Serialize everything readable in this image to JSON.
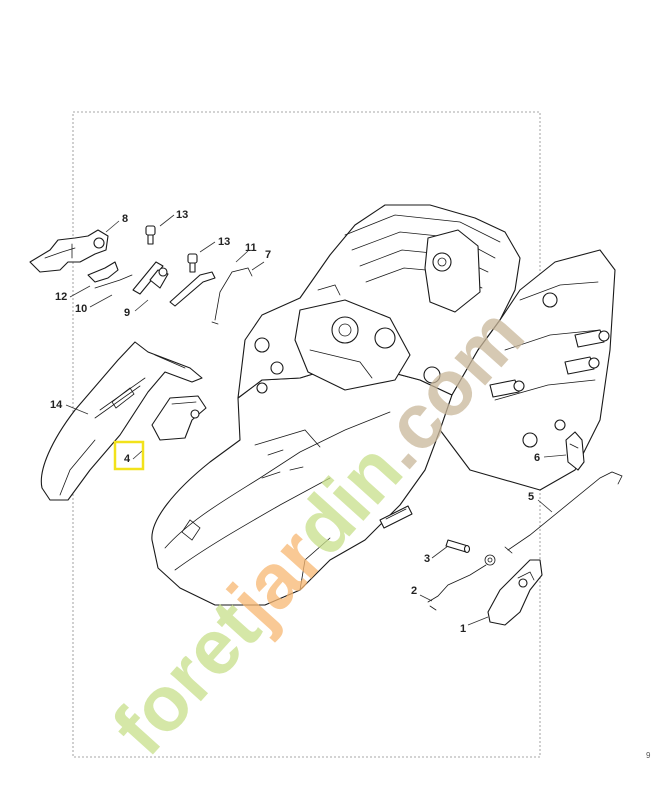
{
  "diagram": {
    "watermark_text": "foretjardin.com",
    "page_marker": "9",
    "highlighted_callout": "4",
    "highlight_color": "#f2e21b",
    "watermark_colors": {
      "green": "#c7df8a",
      "orange": "#f7b772",
      "tan": "#c9b79a"
    },
    "callouts": [
      {
        "id": "1",
        "label": "1"
      },
      {
        "id": "2",
        "label": "2"
      },
      {
        "id": "3",
        "label": "3"
      },
      {
        "id": "4",
        "label": "4"
      },
      {
        "id": "5",
        "label": "5"
      },
      {
        "id": "6",
        "label": "6"
      },
      {
        "id": "7",
        "label": "7"
      },
      {
        "id": "8",
        "label": "8"
      },
      {
        "id": "9",
        "label": "9"
      },
      {
        "id": "10",
        "label": "10"
      },
      {
        "id": "11",
        "label": "11"
      },
      {
        "id": "12",
        "label": "12"
      },
      {
        "id": "13a",
        "label": "13"
      },
      {
        "id": "13b",
        "label": "13"
      },
      {
        "id": "14",
        "label": "14"
      }
    ]
  }
}
